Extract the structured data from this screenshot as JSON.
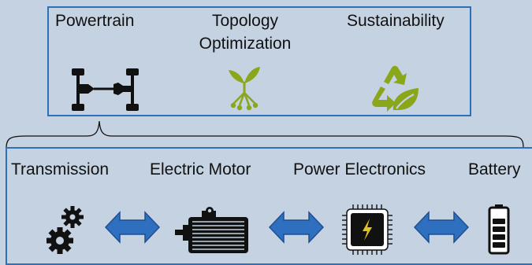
{
  "top_group": {
    "items": [
      {
        "label": "Powertrain",
        "icon": "powertrain-chassis-icon"
      },
      {
        "label_line1": "Topology",
        "label_line2": "Optimization",
        "icon": "tree-network-icon"
      },
      {
        "label": "Sustainability",
        "icon": "recycle-leaf-icon"
      }
    ]
  },
  "bottom_group": {
    "items": [
      {
        "label": "Transmission",
        "icon": "gears-icon"
      },
      {
        "label": "Electric Motor",
        "icon": "electric-motor-icon"
      },
      {
        "label": "Power Electronics",
        "icon": "power-chip-icon"
      },
      {
        "label": "Battery",
        "icon": "battery-icon"
      }
    ]
  },
  "colors": {
    "background": "#c5d2e1",
    "box_border": "#2e6fbe",
    "arrow_fill": "#2f6fc0",
    "green_icon": "#8aa61a",
    "dark": "#111111"
  }
}
